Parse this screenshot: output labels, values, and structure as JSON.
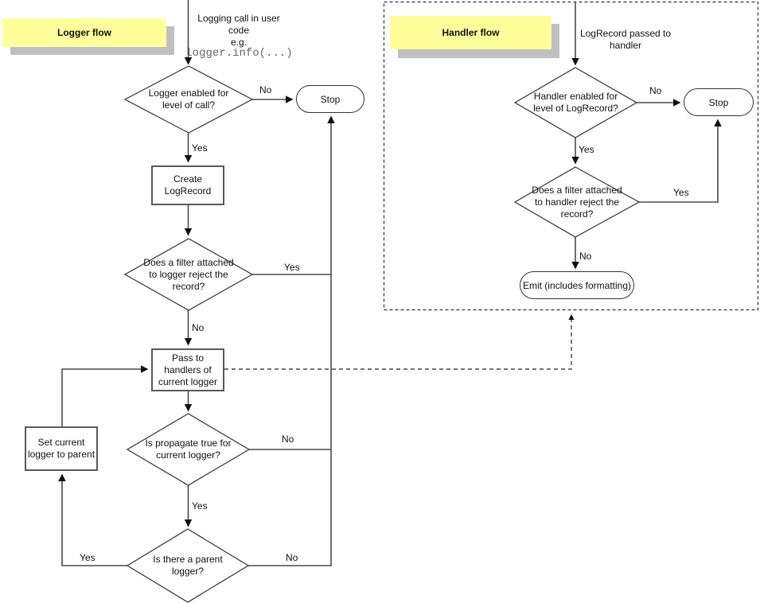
{
  "colors": {
    "note_fill": "#ffff9c",
    "note_shadow": "#c0c0c0",
    "line": "#4a4a4a",
    "shape_border": "#333333",
    "box_border": "#595959",
    "code_text": "#666666",
    "text": "#111111"
  },
  "logger_flow": {
    "title": "Logger flow",
    "start_label": "Logging call in user\ncode\ne.g.",
    "start_code": "logger.info(...)",
    "nodes": {
      "level_check": "Logger enabled for\nlevel of call?",
      "stop": "Stop",
      "create_logrecord": "Create\nLogRecord",
      "filter_check": "Does a filter attached\nto logger reject the\nrecord?",
      "pass_to_handlers": "Pass to\nhandlers of\ncurrent logger",
      "propagate_check": "Is propagate true for\ncurrent logger?",
      "parent_check": "Is there a parent\nlogger?",
      "set_parent": "Set current\nlogger to parent"
    },
    "labels": {
      "level_no": "No",
      "level_yes": "Yes",
      "filter_yes": "Yes",
      "filter_no": "No",
      "propagate_no": "No",
      "propagate_yes": "Yes",
      "parent_yes": "Yes",
      "parent_no": "No"
    }
  },
  "handler_flow": {
    "title": "Handler flow",
    "start_label": "LogRecord passed to\nhandler",
    "nodes": {
      "level_check": "Handler enabled for\nlevel of LogRecord?",
      "stop": "Stop",
      "filter_check": "Does a filter attached\nto handler reject the\nrecord?",
      "emit": "Emit (includes formatting)"
    },
    "labels": {
      "level_no": "No",
      "level_yes": "Yes",
      "filter_yes": "Yes",
      "filter_no": "No"
    }
  }
}
